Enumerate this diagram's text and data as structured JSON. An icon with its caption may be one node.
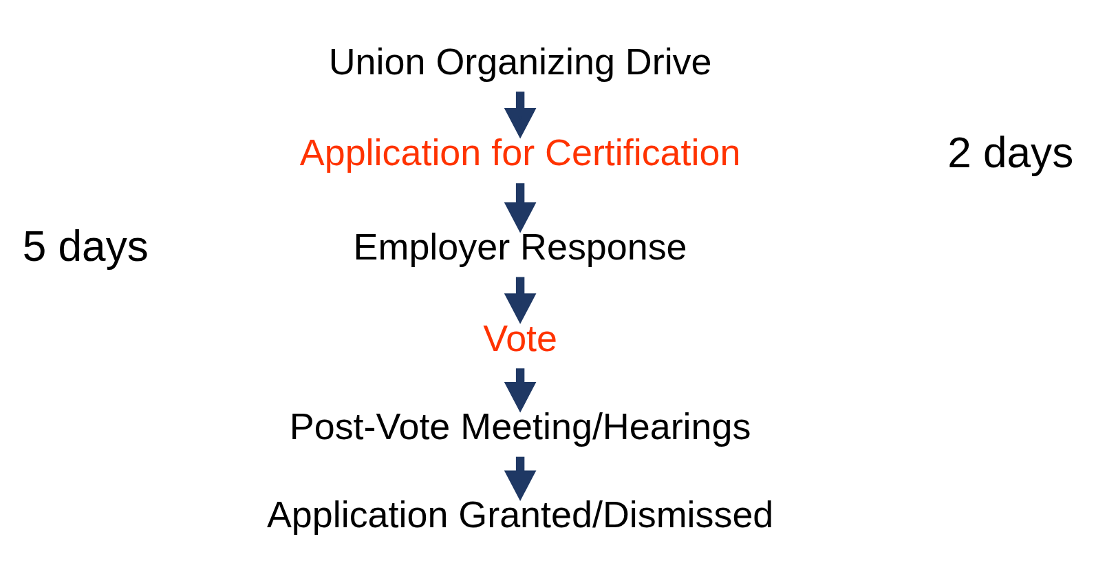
{
  "diagram": {
    "nodes": [
      {
        "text": [
          "Union Organizing Drive"
        ]
      },
      {
        "text": [
          "Application for Certification"
        ]
      },
      {
        "text": [
          "Employer Response"
        ]
      },
      {
        "text": [
          "Vote"
        ]
      },
      {
        "text": [
          "Post-Vote Meeting/Hearings"
        ]
      },
      {
        "text": [
          "Application Granted/Dismissed"
        ]
      }
    ],
    "edges": [
      {
        "from": 0,
        "to": 1,
        "arrow": "to"
      },
      {
        "from": 1,
        "to": 2,
        "arrow": "to"
      },
      {
        "from": 2,
        "to": 3,
        "arrow": "to"
      },
      {
        "from": 3,
        "to": 4,
        "arrow": "to"
      },
      {
        "from": 4,
        "to": 5,
        "arrow": "to"
      }
    ],
    "labels": [
      "2 days",
      "5 days"
    ]
  }
}
